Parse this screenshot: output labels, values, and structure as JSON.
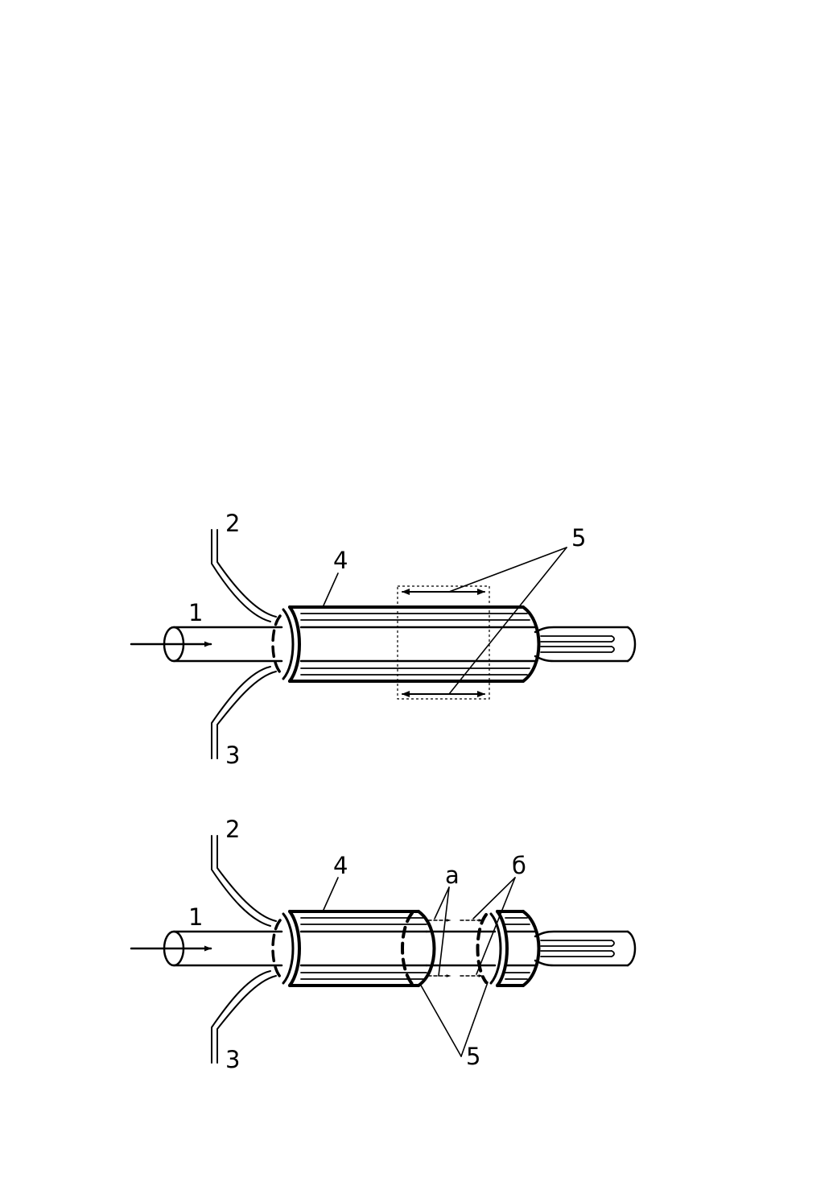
{
  "figures": [
    {
      "id": "upper",
      "labels": {
        "l1": "1",
        "l2": "2",
        "l3": "3",
        "l4": "4",
        "l5": "5"
      }
    },
    {
      "id": "lower",
      "labels": {
        "l1": "1",
        "l2": "2",
        "l3": "3",
        "l4": "4",
        "la": "а",
        "lb": "б",
        "l5": "5"
      }
    }
  ],
  "colors": {
    "line": "#000000",
    "background": "#ffffff"
  }
}
